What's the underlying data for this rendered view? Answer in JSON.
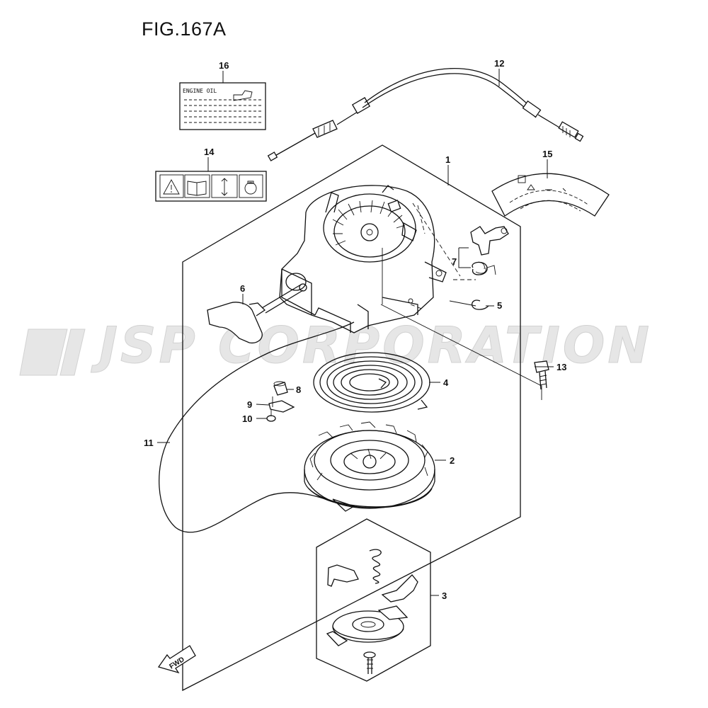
{
  "figure": {
    "title": "FIG.167A"
  },
  "watermark": {
    "text": "JSP CORPORATION"
  },
  "label_16": {
    "heading": "ENGINE OIL"
  },
  "fwd_badge": {
    "text": "FWD"
  },
  "callouts": [
    {
      "id": "c1",
      "text": "1"
    },
    {
      "id": "c2",
      "text": "2"
    },
    {
      "id": "c3",
      "text": "3"
    },
    {
      "id": "c4",
      "text": "4"
    },
    {
      "id": "c5",
      "text": "5"
    },
    {
      "id": "c6",
      "text": "6"
    },
    {
      "id": "c7",
      "text": "7"
    },
    {
      "id": "c8",
      "text": "8"
    },
    {
      "id": "c9",
      "text": "9"
    },
    {
      "id": "c10",
      "text": "10"
    },
    {
      "id": "c11",
      "text": "11"
    },
    {
      "id": "c12",
      "text": "12"
    },
    {
      "id": "c13",
      "text": "13"
    },
    {
      "id": "c14",
      "text": "14"
    },
    {
      "id": "c15",
      "text": "15"
    },
    {
      "id": "c16",
      "text": "16"
    }
  ]
}
